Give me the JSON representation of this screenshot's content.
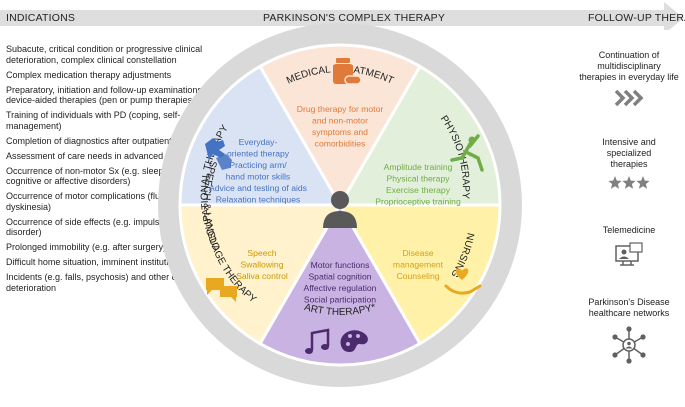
{
  "headers": {
    "indications": "INDICATIONS",
    "complex_therapy": "PARKINSON'S COMPLEX THERAPY",
    "follow_up": "FOLLOW-UP THERAPY"
  },
  "indications": [
    "Subacute, critical condition or progressive clinical deterioration, complex clinical constellation",
    "Complex medication therapy adjustments",
    "Preparatory, initiation and follow-up examinations of device-aided therapies (pen or pump therapies, DBS)",
    "Training of individuals with PD (coping, self-management)",
    "Completion of diagnostics after outpatient diagnosis",
    "Assessment of care needs in advanced stages",
    "Occurrence of non-motor Sx (e.g. sleep disorders, cognitive or affective disorders)",
    "Occurrence of motor complications (fluctuations, dyskinesia)",
    "Occurrence of side effects (e.g. impulse control disorder)",
    "Prolonged immobility (e.g. after surgery)",
    "Difficult home situation, imminent institutionalization",
    "Incidents (e.g. falls, psychosis) and other critical deterioration"
  ],
  "ring_labels": {
    "medical": "MEDICAL TREATMENT",
    "physio": "PHYSIOTHERAPY",
    "nursing": "NURSING",
    "art": "ART THERAPY*",
    "speech": "SPEECH & LANGUAGE THERAPY",
    "occupational": "OCCUPATIONAL THERAPY"
  },
  "segments": {
    "medical": [
      "Drug therapy for motor",
      "and non-motor",
      "symptoms and",
      "comorbidities"
    ],
    "physio": [
      "Amplitude training",
      "Physical therapy",
      "Exercise therapy",
      "Proprioceptive training"
    ],
    "nursing": [
      "Disease",
      "management",
      "Counseling"
    ],
    "art": [
      "Motor functions",
      "Spatial cognition",
      "Affective regulation",
      "Social participation"
    ],
    "speech": [
      "Speech",
      "Swallowing",
      "Saliva control"
    ],
    "occupational": [
      "Everyday-",
      "oriented therapy",
      "Practicing arm/",
      "hand motor skills",
      "Advice and testing of aids",
      "Relaxation techniques"
    ]
  },
  "colors": {
    "medical": "#fbe5d6",
    "physio": "#e2efda",
    "nursing": "#fff2a8",
    "art": "#c9b3e2",
    "speech": "#fff2cc",
    "occupational": "#dae3f3",
    "medical_text": "#e07a3a",
    "physio_text": "#70ad47",
    "nursing_text": "#d4a017",
    "art_text": "#4b2a6e",
    "speech_text": "#c99a00",
    "occupational_text": "#4472c4",
    "ring": "#d9d9d9",
    "arrow": "#d9d9d9"
  },
  "follow_up": [
    {
      "text": [
        "Continuation of",
        "multidisciplinary",
        "therapies in everyday life"
      ],
      "icon": "chevrons-icon"
    },
    {
      "text": [
        "Intensive and",
        "specialized",
        "therapies"
      ],
      "icon": "stars-icon"
    },
    {
      "text": [
        "Telemedicine"
      ],
      "icon": "telemedicine-icon"
    },
    {
      "text": [
        "Parkinson's Disease",
        "healthcare networks"
      ],
      "icon": "network-icon"
    }
  ]
}
